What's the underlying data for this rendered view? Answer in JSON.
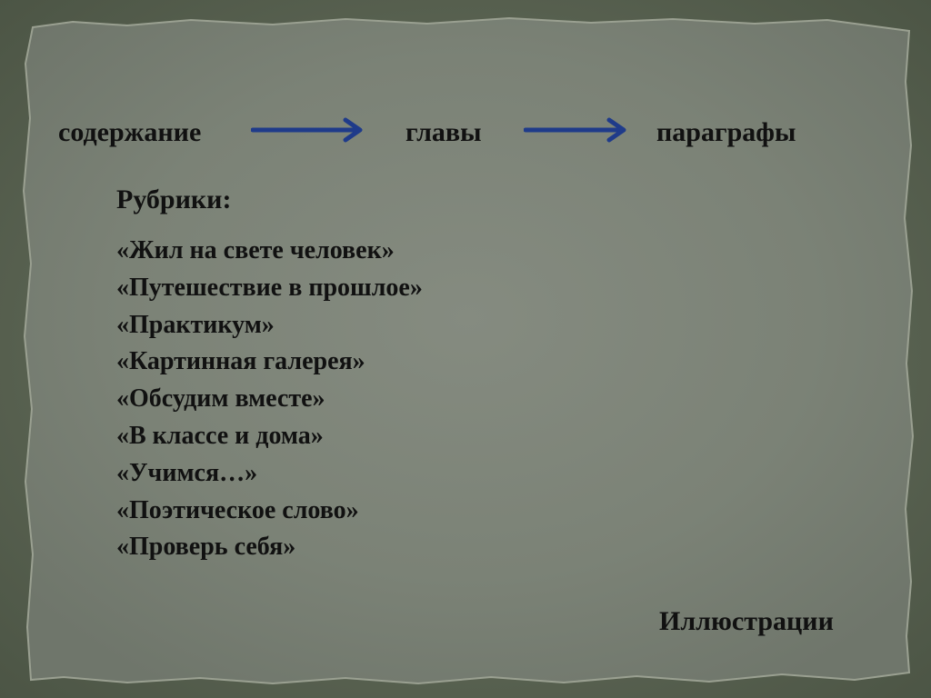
{
  "slide": {
    "flow": {
      "items": [
        "содержание",
        "главы",
        "параграфы"
      ],
      "arrow_color": "#1f3b8a"
    },
    "rubrics": {
      "heading": "Рубрики:",
      "items": [
        "«Жил на свете человек»",
        "«Путешествие в прошлое»",
        "«Практикум»",
        "«Картинная галерея»",
        "«Обсудим вместе»",
        "«В классе и дома»",
        "«Учимся…»",
        "«Поэтическое слово»",
        "«Проверь себя»"
      ]
    },
    "footer_label": "Иллюстрации",
    "colors": {
      "background": "#5c6655",
      "paper": "#7c8378",
      "text": "#111111"
    }
  }
}
